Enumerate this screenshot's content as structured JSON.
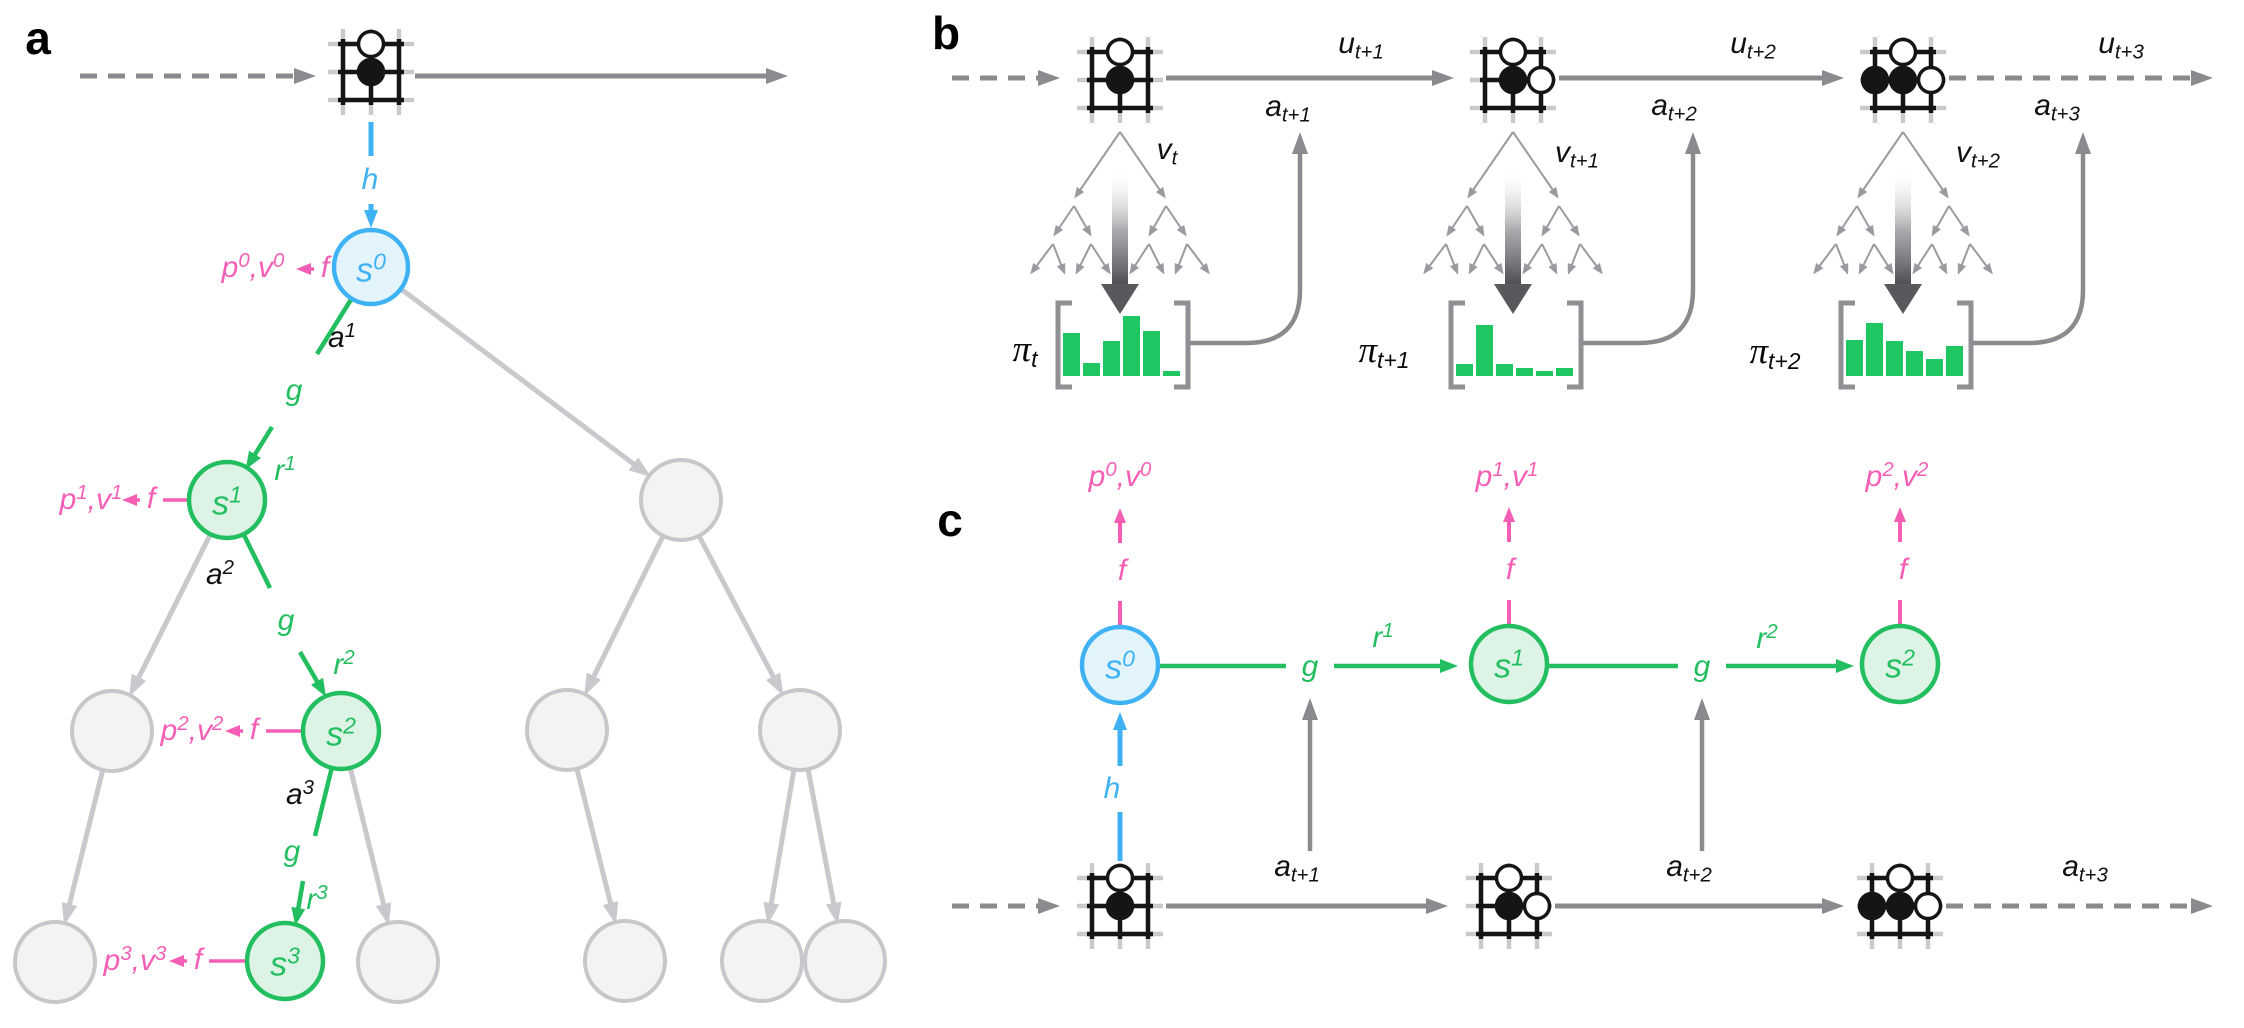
{
  "colors": {
    "blue": "#3FB2F4",
    "blue_fill": "#E4F4FD",
    "green": "#22BE5F",
    "green_fill": "#DCF3E6",
    "bar_green": "#1FC763",
    "pink": "#F45FB5",
    "gray_arrow": "#8B8B8F",
    "light_gray": "#C9C9CD",
    "light_gray_fill": "#F3F3F4",
    "bracket_gray": "#8F8F94",
    "tree_sketch_gray": "#9A9AA0",
    "board_black": "#151515"
  },
  "boards": [
    {
      "stones": [
        {
          "c": 1,
          "r": 0,
          "color": "white"
        },
        {
          "c": 1,
          "r": 1,
          "color": "black"
        }
      ]
    },
    {
      "stones": [
        {
          "c": 1,
          "r": 0,
          "color": "white"
        },
        {
          "c": 1,
          "r": 1,
          "color": "black"
        },
        {
          "c": 2,
          "r": 1,
          "color": "white"
        }
      ]
    },
    {
      "stones": [
        {
          "c": 1,
          "r": 0,
          "color": "white"
        },
        {
          "c": 0,
          "r": 1,
          "color": "black"
        },
        {
          "c": 1,
          "r": 1,
          "color": "black"
        },
        {
          "c": 2,
          "r": 1,
          "color": "white"
        }
      ]
    }
  ],
  "panel_a": {
    "letter": "a",
    "h": "h",
    "g": "g",
    "nodes": [
      {
        "label": {
          "base": "s",
          "sup": "0"
        },
        "f": "f",
        "pred": {
          "p": "p",
          "p_sup": "0",
          "comma": ",",
          "v": "v",
          "v_sup": "0"
        }
      },
      {
        "label": {
          "base": "s",
          "sup": "1"
        },
        "f": "f",
        "pred": {
          "p": "p",
          "p_sup": "1",
          "comma": ",",
          "v": "v",
          "v_sup": "1"
        }
      },
      {
        "label": {
          "base": "s",
          "sup": "2"
        },
        "f": "f",
        "pred": {
          "p": "p",
          "p_sup": "2",
          "comma": ",",
          "v": "v",
          "v_sup": "2"
        }
      },
      {
        "label": {
          "base": "s",
          "sup": "3"
        },
        "f": "f",
        "pred": {
          "p": "p",
          "p_sup": "3",
          "comma": ",",
          "v": "v",
          "v_sup": "3"
        }
      }
    ],
    "actions": [
      {
        "base": "a",
        "sup": "1"
      },
      {
        "base": "a",
        "sup": "2"
      },
      {
        "base": "a",
        "sup": "3"
      }
    ],
    "rewards": [
      {
        "base": "r",
        "sup": "1"
      },
      {
        "base": "r",
        "sup": "2"
      },
      {
        "base": "r",
        "sup": "3"
      }
    ]
  },
  "panel_b": {
    "letter": "b",
    "env_rewards": [
      {
        "base": "u",
        "sub": "t+1"
      },
      {
        "base": "u",
        "sub": "t+2"
      },
      {
        "base": "u",
        "sub": "t+3"
      }
    ],
    "actions": [
      {
        "base": "a",
        "sub": "t+1"
      },
      {
        "base": "a",
        "sub": "t+2"
      },
      {
        "base": "a",
        "sub": "t+3"
      }
    ],
    "values": [
      {
        "base": "v",
        "sub": "t"
      },
      {
        "base": "v",
        "sub": "t+1"
      },
      {
        "base": "v",
        "sub": "t+2"
      }
    ],
    "policies": [
      {
        "label": {
          "base": "π",
          "sub": "t"
        },
        "bar_heights": [
          43,
          13,
          35,
          60,
          45,
          5
        ]
      },
      {
        "label": {
          "base": "π",
          "sub": "t+1"
        },
        "bar_heights": [
          12,
          51,
          12,
          8,
          5,
          8
        ]
      },
      {
        "label": {
          "base": "π",
          "sub": "t+2"
        },
        "bar_heights": [
          36,
          53,
          35,
          25,
          17,
          30
        ]
      }
    ]
  },
  "panel_c": {
    "letter": "c",
    "h": "h",
    "g": "g",
    "states": [
      {
        "base": "s",
        "sup": "0"
      },
      {
        "base": "s",
        "sup": "1"
      },
      {
        "base": "s",
        "sup": "2"
      }
    ],
    "preds": [
      {
        "f": "f",
        "p": "p",
        "p_sup": "0",
        "comma": ",",
        "v": "v",
        "v_sup": "0"
      },
      {
        "f": "f",
        "p": "p",
        "p_sup": "1",
        "comma": ",",
        "v": "v",
        "v_sup": "1"
      },
      {
        "f": "f",
        "p": "p",
        "p_sup": "2",
        "comma": ",",
        "v": "v",
        "v_sup": "2"
      }
    ],
    "rewards": [
      {
        "base": "r",
        "sup": "1"
      },
      {
        "base": "r",
        "sup": "2"
      }
    ],
    "actions": [
      {
        "base": "a",
        "sub": "t+1"
      },
      {
        "base": "a",
        "sub": "t+2"
      },
      {
        "base": "a",
        "sub": "t+3"
      }
    ]
  }
}
